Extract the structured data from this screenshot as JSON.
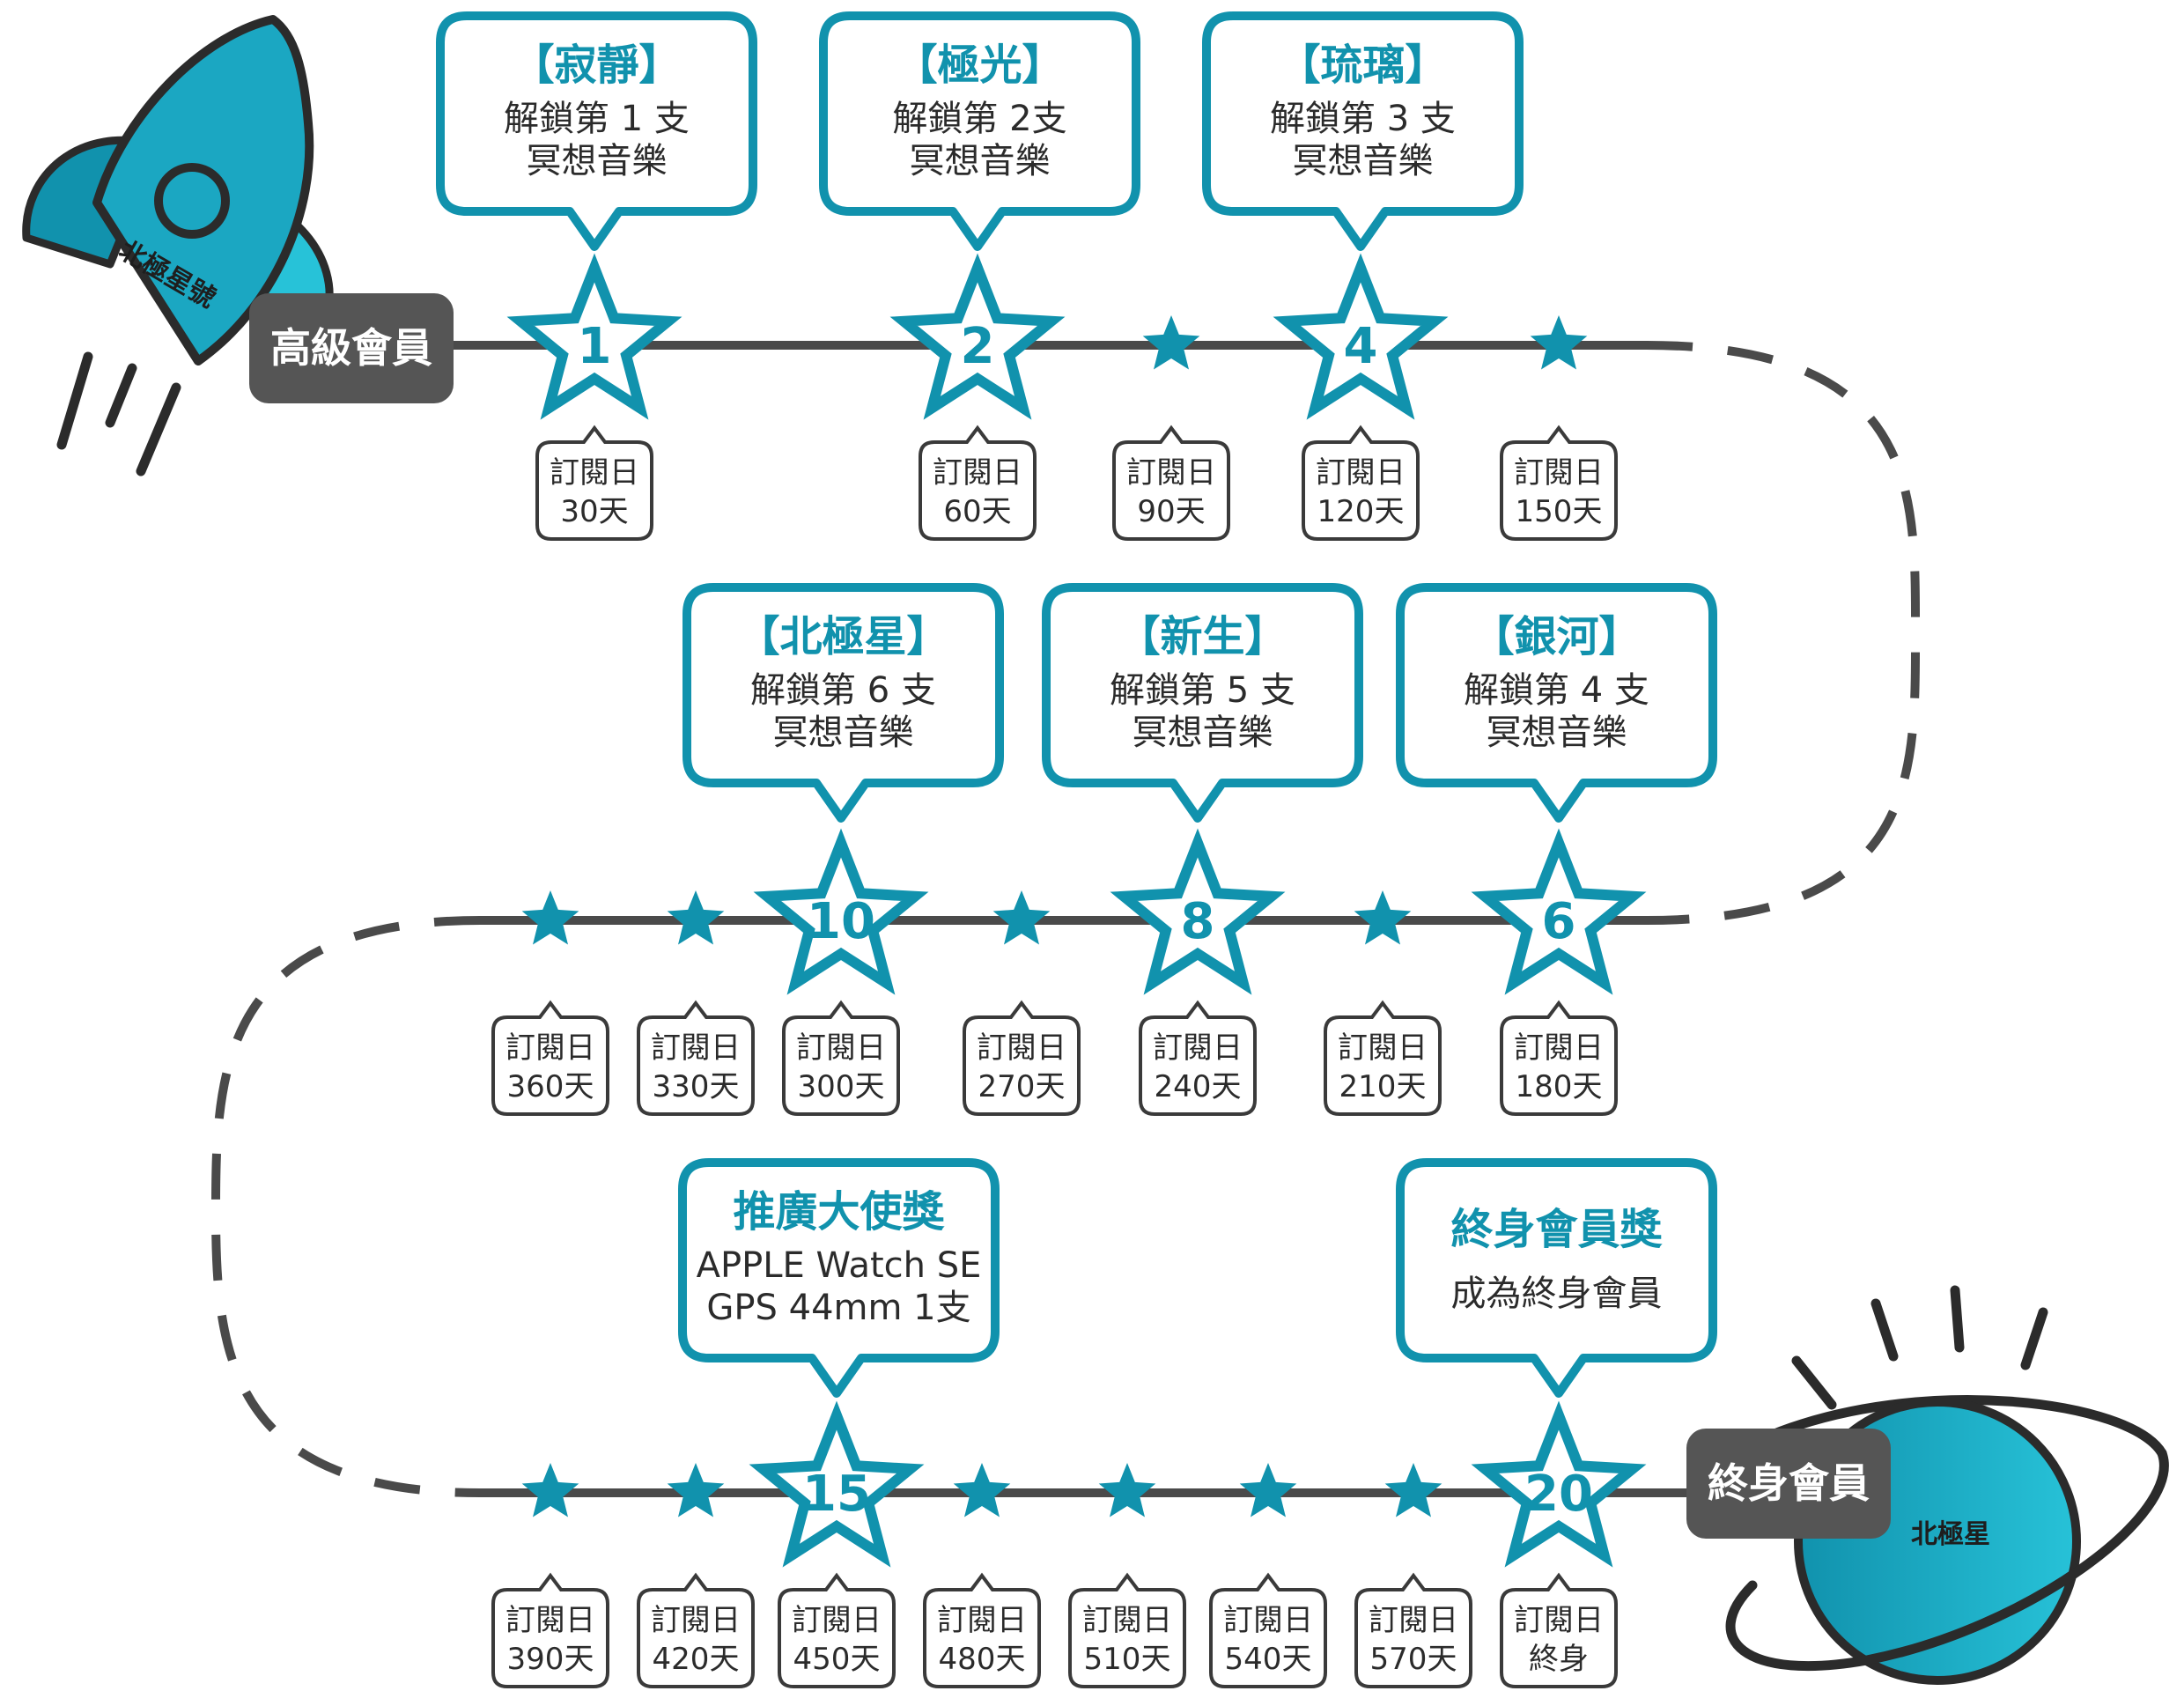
{
  "start_badge": "高級會員",
  "end_badge": "終身會員",
  "rocket_label": "北極星號",
  "planet_label": "北極星",
  "colors": {
    "accent": "#1192ad",
    "accent_light": "#27c2d8",
    "track": "#4a4a4a",
    "badge": "#555555",
    "tag_border": "#3a3a3a"
  },
  "checkpoints": [
    {
      "day": "30天",
      "label": "訂閱日",
      "star": "1"
    },
    {
      "day": "60天",
      "label": "訂閱日",
      "star": "2"
    },
    {
      "day": "90天",
      "label": "訂閱日",
      "star": ""
    },
    {
      "day": "120天",
      "label": "訂閱日",
      "star": "4"
    },
    {
      "day": "150天",
      "label": "訂閱日",
      "star": ""
    },
    {
      "day": "180天",
      "label": "訂閱日",
      "star": "6"
    },
    {
      "day": "210天",
      "label": "訂閱日",
      "star": ""
    },
    {
      "day": "240天",
      "label": "訂閱日",
      "star": "8"
    },
    {
      "day": "270天",
      "label": "訂閱日",
      "star": ""
    },
    {
      "day": "300天",
      "label": "訂閱日",
      "star": "10"
    },
    {
      "day": "330天",
      "label": "訂閱日",
      "star": ""
    },
    {
      "day": "360天",
      "label": "訂閱日",
      "star": ""
    },
    {
      "day": "390天",
      "label": "訂閱日",
      "star": ""
    },
    {
      "day": "420天",
      "label": "訂閱日",
      "star": ""
    },
    {
      "day": "450天",
      "label": "訂閱日",
      "star": "15"
    },
    {
      "day": "480天",
      "label": "訂閱日",
      "star": ""
    },
    {
      "day": "510天",
      "label": "訂閱日",
      "star": ""
    },
    {
      "day": "540天",
      "label": "訂閱日",
      "star": ""
    },
    {
      "day": "570天",
      "label": "訂閱日",
      "star": ""
    },
    {
      "day": "終身",
      "label": "訂閱日",
      "star": "20"
    }
  ],
  "rewards": [
    {
      "title": "【寂靜】",
      "lines": [
        "解鎖第 1 支",
        "冥想音樂"
      ]
    },
    {
      "title": "【極光】",
      "lines": [
        "解鎖第 2支",
        "冥想音樂"
      ]
    },
    {
      "title": "【琉璃】",
      "lines": [
        "解鎖第 3 支",
        "冥想音樂"
      ]
    },
    {
      "title": "【銀河】",
      "lines": [
        "解鎖第 4 支",
        "冥想音樂"
      ]
    },
    {
      "title": "【新生】",
      "lines": [
        "解鎖第 5 支",
        "冥想音樂"
      ]
    },
    {
      "title": "【北極星】",
      "lines": [
        "解鎖第 6 支",
        "冥想音樂"
      ]
    },
    {
      "title": "推廣大使獎",
      "lines": [
        "APPLE Watch SE",
        "GPS 44mm 1支"
      ]
    },
    {
      "title": "終身會員獎",
      "lines": [
        "成為終身會員"
      ]
    }
  ]
}
